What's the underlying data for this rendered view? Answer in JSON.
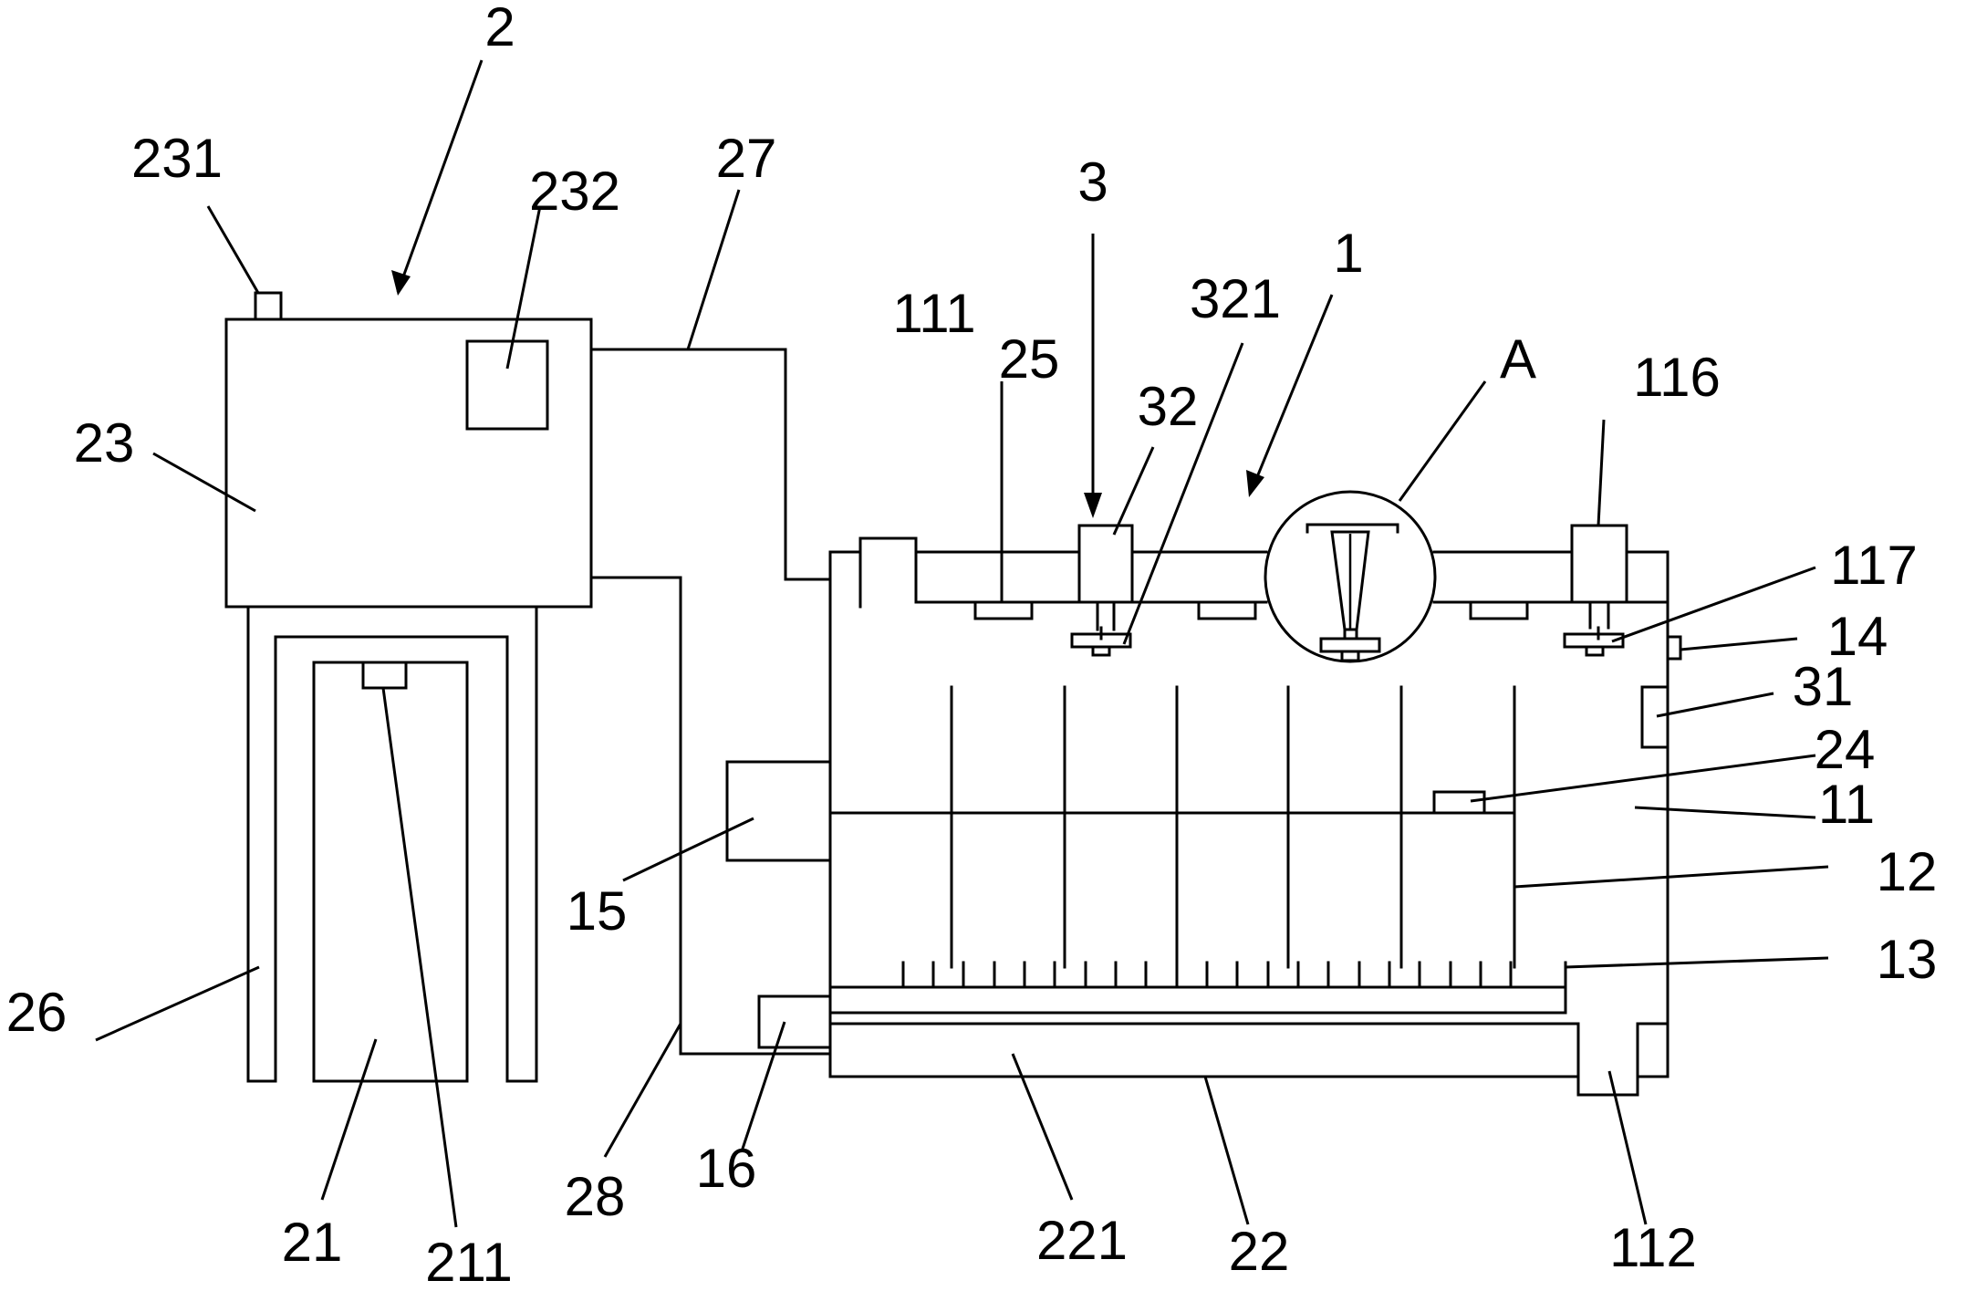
{
  "labels": {
    "l2": "2",
    "l231": "231",
    "l232": "232",
    "l27": "27",
    "l3": "3",
    "l321": "321",
    "l1": "1",
    "l111": "111",
    "l25": "25",
    "l32": "32",
    "lA": "A",
    "l116": "116",
    "l23": "23",
    "l117": "117",
    "l14": "14",
    "l31": "31",
    "l24": "24",
    "l11": "11",
    "l12": "12",
    "l15": "15",
    "l13": "13",
    "l26": "26",
    "l16": "16",
    "l28": "28",
    "l21": "21",
    "l211": "211",
    "l221": "221",
    "l22": "22",
    "l112": "112"
  }
}
